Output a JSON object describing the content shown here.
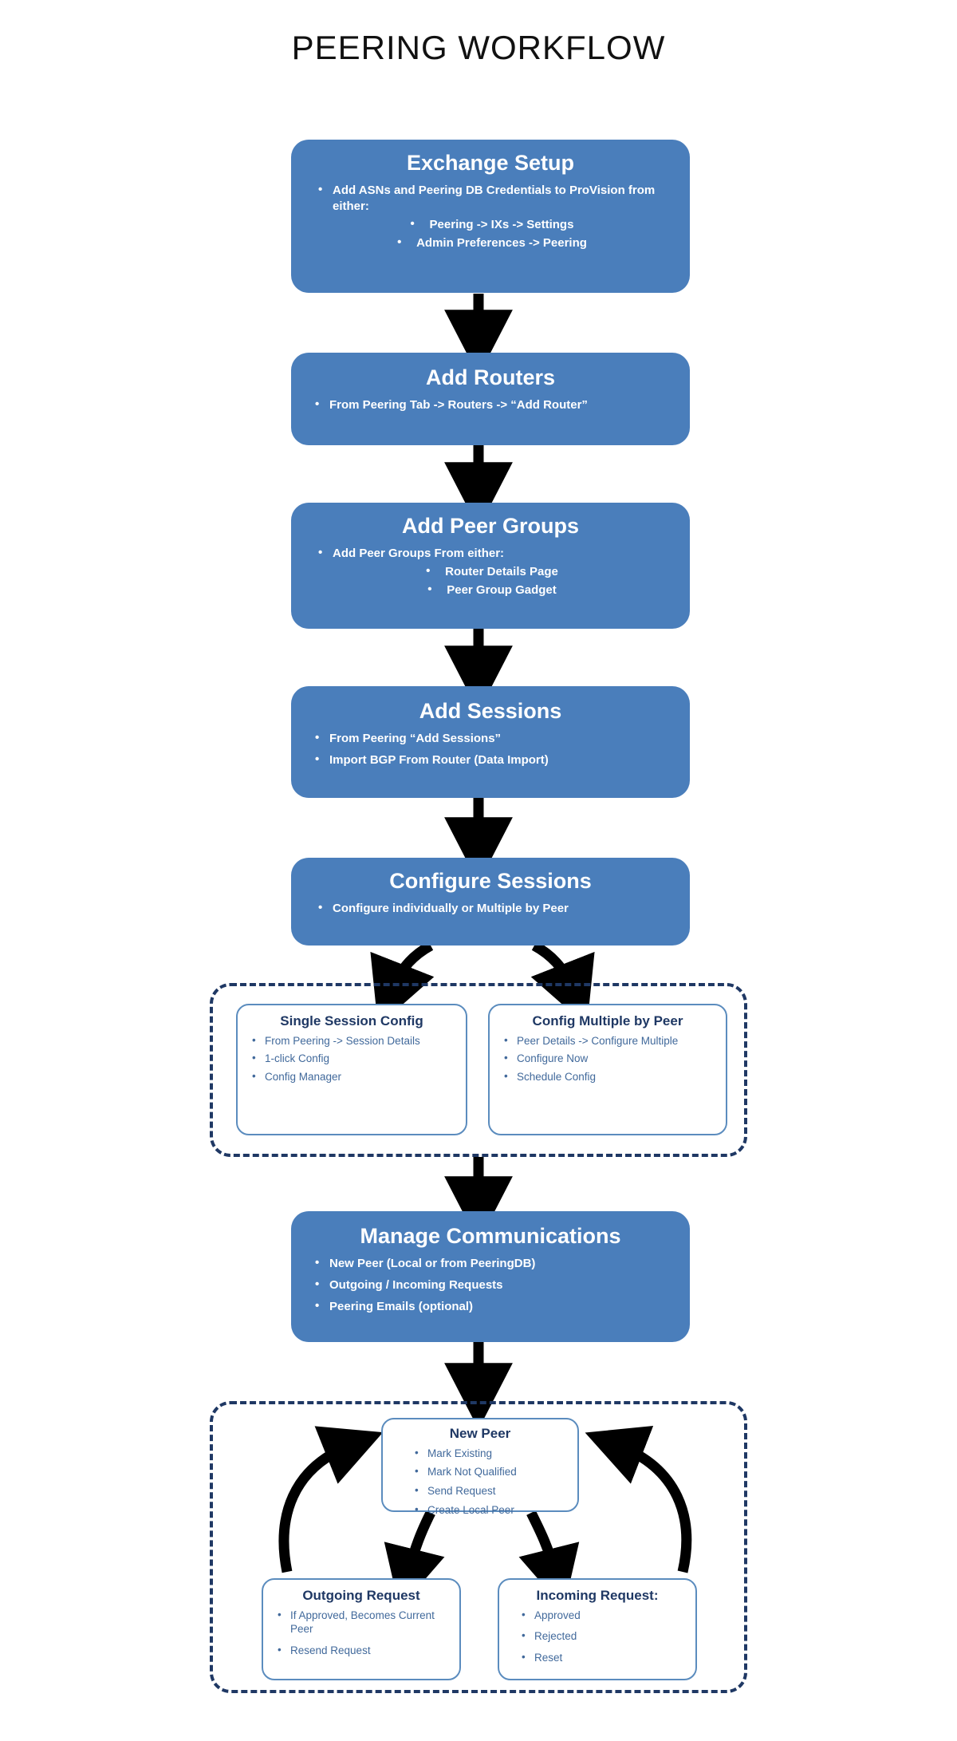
{
  "page": {
    "title": "PEERING WORKFLOW"
  },
  "colors": {
    "stage_fill": "#4a7ebb",
    "stage_text": "#ffffff",
    "subbox_border": "#5b8cbe",
    "subbox_heading": "#1f3864",
    "subbox_text": "#41699b",
    "dashed_border": "#1f3864",
    "arrow": "#000000",
    "background": "#ffffff"
  },
  "stages": [
    {
      "id": "exchange-setup",
      "title": "Exchange Setup",
      "bullets": [
        "Add ASNs and Peering DB Credentials to ProVision from either:"
      ],
      "subbullets": [
        "Peering -> IXs -> Settings",
        "Admin Preferences -> Peering"
      ]
    },
    {
      "id": "add-routers",
      "title": "Add Routers",
      "bullets": [
        "From Peering Tab -> Routers -> “Add Router”"
      ],
      "subbullets": []
    },
    {
      "id": "add-peer-groups",
      "title": "Add Peer Groups",
      "bullets": [
        "Add Peer Groups From either:"
      ],
      "subbullets": [
        "Router Details Page",
        "Peer Group Gadget"
      ]
    },
    {
      "id": "add-sessions",
      "title": "Add Sessions",
      "bullets": [
        "From  Peering “Add Sessions”",
        "Import BGP From Router (Data Import)"
      ],
      "subbullets": []
    },
    {
      "id": "configure-sessions",
      "title": "Configure Sessions",
      "bullets": [
        "Configure individually or Multiple by Peer"
      ],
      "subbullets": []
    },
    {
      "id": "manage-communications",
      "title": "Manage Communications",
      "bullets": [
        "New Peer (Local or from PeeringDB)",
        "Outgoing / Incoming Requests",
        "Peering Emails (optional)"
      ],
      "subbullets": []
    }
  ],
  "config_group": {
    "boxes": [
      {
        "id": "single-session-config",
        "title": "Single Session Config",
        "bullets": [
          "From Peering -> Session Details",
          "1-click Config",
          "Config Manager"
        ]
      },
      {
        "id": "config-multiple-by-peer",
        "title": "Config Multiple by Peer",
        "bullets": [
          "Peer Details -> Configure Multiple",
          "Configure Now",
          "Schedule Config"
        ]
      }
    ]
  },
  "peer_group": {
    "boxes": [
      {
        "id": "new-peer",
        "title": "New Peer",
        "bullets": [
          "Mark Existing",
          "Mark Not Qualified",
          "Send Request",
          "Create Local Peer"
        ]
      },
      {
        "id": "outgoing-request",
        "title": "Outgoing Request",
        "bullets": [
          "If Approved, Becomes Current Peer",
          "Resend Request"
        ]
      },
      {
        "id": "incoming-request",
        "title": "Incoming Request:",
        "bullets": [
          "Approved",
          "Rejected",
          "Reset"
        ]
      }
    ]
  }
}
